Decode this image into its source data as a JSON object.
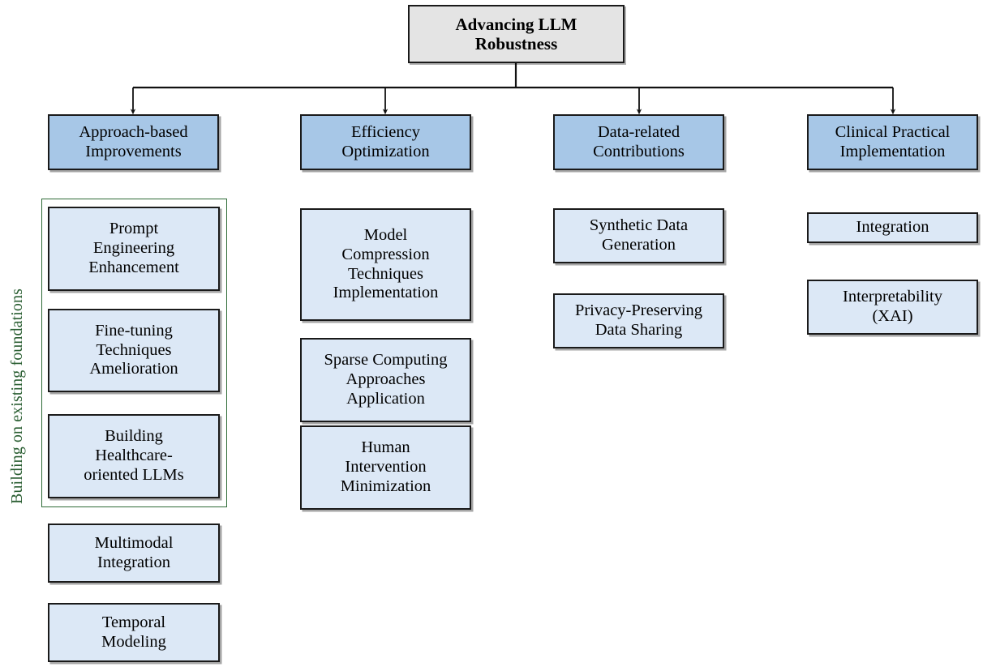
{
  "diagram": {
    "title": "Advancing LLM Robustness",
    "type": "hierarchy-tree",
    "colors": {
      "root_fill": "#e4e4e4",
      "category_fill": "#a7c7e7",
      "leaf_fill": "#dce8f6",
      "border": "#1a1a1a",
      "group_border": "#2e6b36",
      "group_label": "#2b5f33"
    },
    "root": {
      "label": "Advancing LLM\nRobustness"
    },
    "group_annotation": {
      "label": "Building on existing foundations"
    },
    "categories": [
      {
        "label": "Approach-based\nImprovements",
        "children": [
          {
            "label": "Prompt\nEngineering\nEnhancement",
            "grouped": true
          },
          {
            "label": "Fine-tuning\nTechniques\nAmelioration",
            "grouped": true
          },
          {
            "label": "Building\nHealthcare-\noriented LLMs",
            "grouped": true
          },
          {
            "label": "Multimodal\nIntegration",
            "grouped": false
          },
          {
            "label": "Temporal\nModeling",
            "grouped": false
          }
        ]
      },
      {
        "label": "Efficiency\nOptimization",
        "children": [
          {
            "label": "Model\nCompression\nTechniques\nImplementation",
            "grouped": false
          },
          {
            "label": "Sparse Computing\nApproaches\nApplication",
            "grouped": false
          },
          {
            "label": "Human\nIntervention\nMinimization",
            "grouped": false
          }
        ]
      },
      {
        "label": "Data-related\nContributions",
        "children": [
          {
            "label": "Synthetic Data\nGeneration",
            "grouped": false
          },
          {
            "label": "Privacy-Preserving\nData Sharing",
            "grouped": false
          }
        ]
      },
      {
        "label": "Clinical Practical\nImplementation",
        "children": [
          {
            "label": "Integration",
            "grouped": false
          },
          {
            "label": "Interpretability\n(XAI)",
            "grouped": false
          }
        ]
      }
    ]
  }
}
